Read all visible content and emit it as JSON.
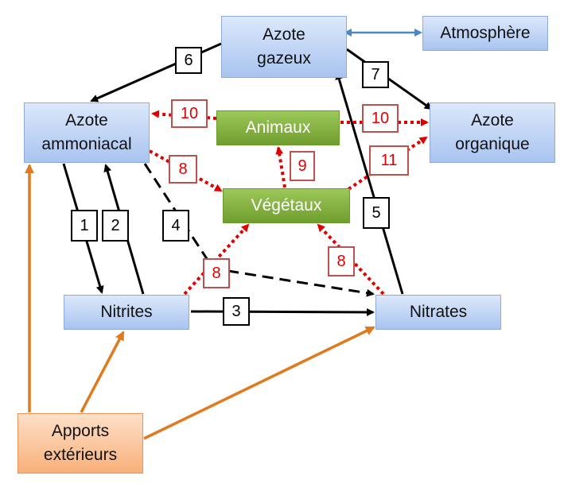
{
  "nodes": {
    "azote_gazeux": "Azote gazeux",
    "atmosphere": "Atmosphère",
    "azote_ammoniacal": "Azote ammoniacal",
    "azote_organique": "Azote organique",
    "animaux": "Animaux",
    "vegetaux": "Végétaux",
    "nitrites": "Nitrites",
    "nitrates": "Nitrates",
    "apports_exterieurs": "Apports extérieurs"
  },
  "labels": {
    "b1": "1",
    "b2": "2",
    "b3": "3",
    "b4": "4",
    "b5": "5",
    "b6": "6",
    "b7": "7",
    "r8a": "8",
    "r8b": "8",
    "r8c": "8",
    "r9": "9",
    "r10a": "10",
    "r10b": "10",
    "r11": "11"
  },
  "colors": {
    "black_arrow": "#000000",
    "red_arrow": "#e00000",
    "orange_arrow": "#e07a1e",
    "blue_arrow": "#4a86c8",
    "node_blue": "#a9c4f0",
    "node_green": "#77a736",
    "node_orange": "#f9b07a"
  }
}
